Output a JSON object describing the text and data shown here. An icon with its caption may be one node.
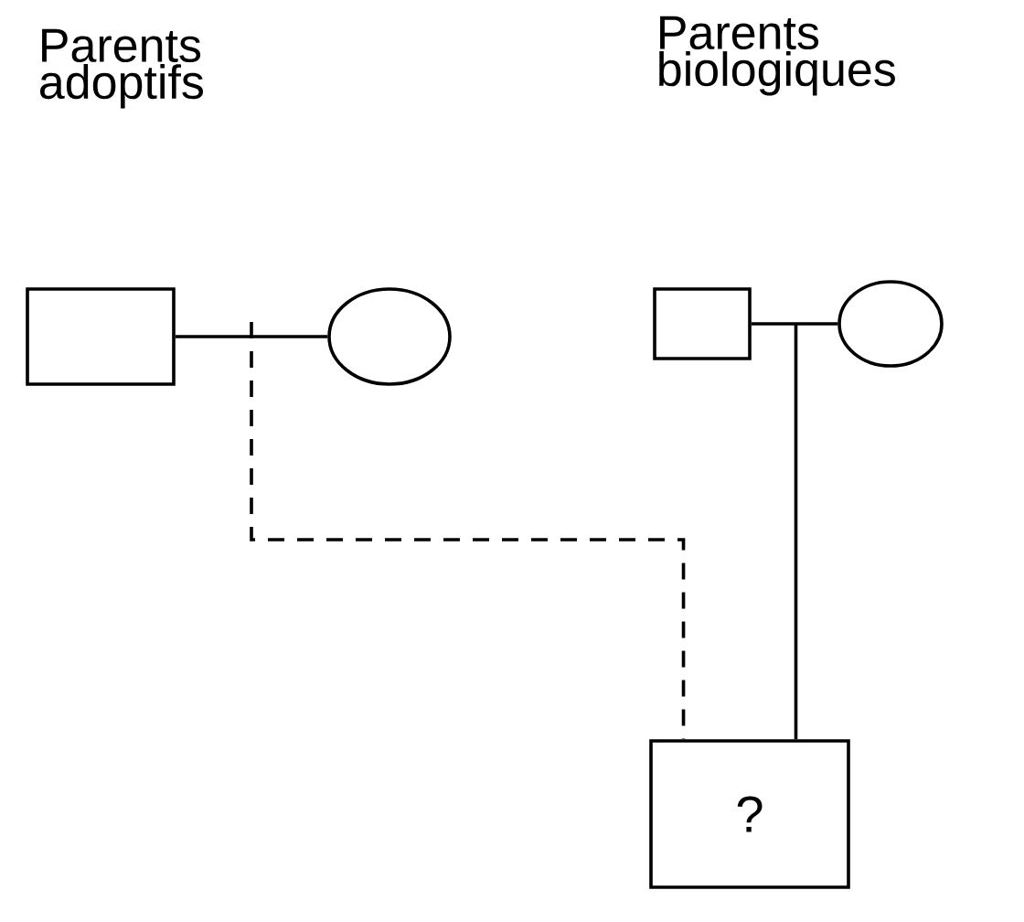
{
  "diagram": {
    "nodes": [
      {
        "text": [],
        "shape": "box"
      },
      {
        "text": [],
        "shape": "circle"
      },
      {
        "text": [],
        "shape": "box"
      },
      {
        "text": [],
        "shape": "circle"
      },
      {
        "text": [
          "?"
        ]
      }
    ],
    "edges": [
      {
        "from": 0,
        "to": 1,
        "arrow": "none"
      },
      {
        "from": 2,
        "to": 3,
        "arrow": "none"
      },
      {
        "from": 0,
        "to": 4,
        "arrow": "none",
        "style": "dashed"
      },
      {
        "from": 1,
        "to": 4,
        "arrow": "none",
        "style": "dashed"
      },
      {
        "from": 2,
        "to": 4,
        "arrow": "none"
      },
      {
        "from": 3,
        "to": 4,
        "arrow": "none"
      }
    ],
    "labels": [
      "Parents adoptifs",
      "Parents biologiques"
    ]
  }
}
